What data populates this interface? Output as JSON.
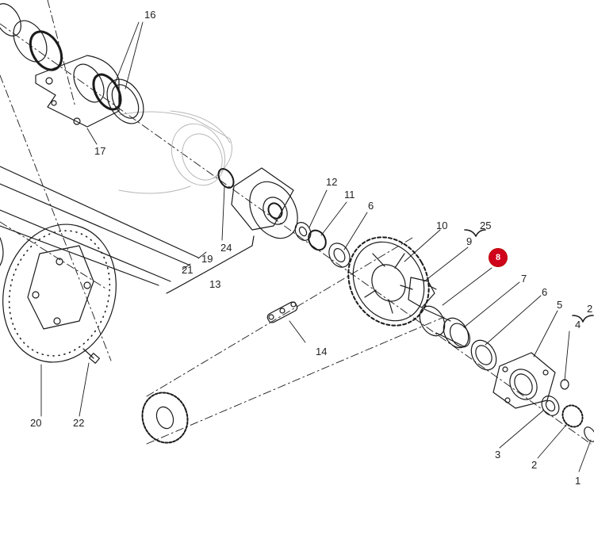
{
  "highlight_color": "#d0021b",
  "line_color": "#1a1a1a",
  "ghost_color": "#b8b8b8",
  "labels": {
    "l1": "1",
    "l2": "2",
    "l2b": "2",
    "l3": "3",
    "l4": "4",
    "l5": "5",
    "l6a": "6",
    "l6b": "6",
    "l7": "7",
    "l9": "9",
    "l10": "10",
    "l11": "11",
    "l12": "12",
    "l13": "13",
    "l14": "14",
    "l16": "16",
    "l17": "17",
    "l19": "19",
    "l20": "20",
    "l21": "21",
    "l22": "22",
    "l24": "24",
    "l25": "25"
  },
  "badge": {
    "number": "8"
  }
}
